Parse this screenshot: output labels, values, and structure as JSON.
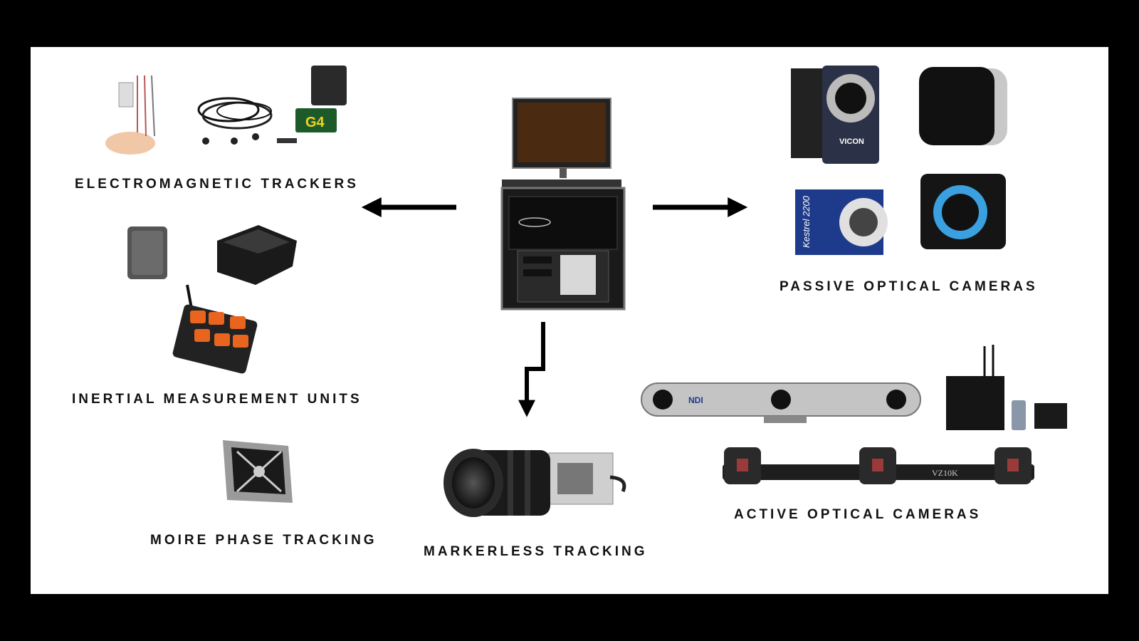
{
  "labels": {
    "electromagnetic": "ELECTROMAGNETIC TRACKERS",
    "inertial": "INERTIAL MEASUREMENT UNITS",
    "moire": "MOIRE PHASE TRACKING",
    "markerless": "MARKERLESS TRACKING",
    "passive": "PASSIVE OPTICAL CAMERAS",
    "active": "ACTIVE OPTICAL CAMERAS"
  },
  "product_text": {
    "g4_logo": "G4",
    "vicon": "VICON",
    "kestrel": "Kestrel 2200",
    "ndi": "NDI",
    "visualeyez": "VZ10K"
  },
  "colors": {
    "background": "#000000",
    "panel": "#ffffff",
    "arrow": "#000000",
    "accent_orange": "#e8641f",
    "accent_blue": "#1e3a8a",
    "ring_cyan": "#3aa0e0"
  },
  "icons": {
    "arrow_left": "arrow-left-icon",
    "arrow_right": "arrow-right-icon",
    "arrow_down": "arrow-down-icon"
  }
}
